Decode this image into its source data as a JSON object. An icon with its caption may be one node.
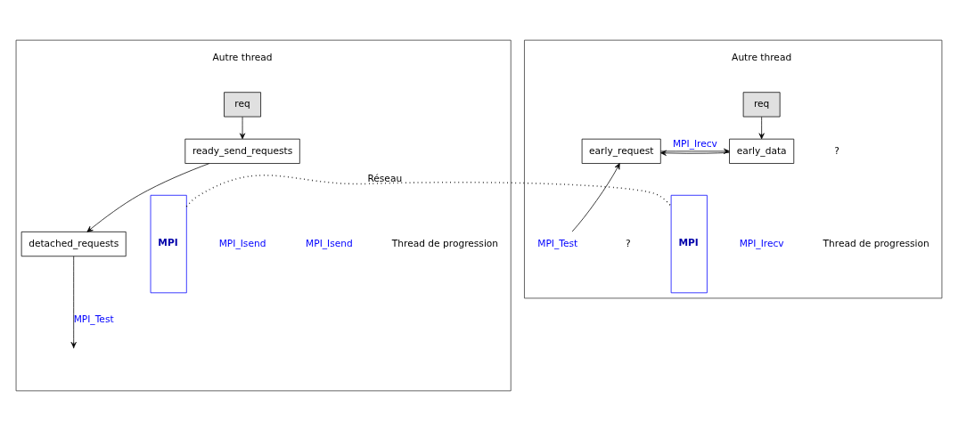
{
  "diagram": {
    "nodes": [
      {
        "text": [],
        "shape": "box"
      },
      {
        "text": [
          "req"
        ],
        "in": 0
      },
      {
        "text": [
          "ready_send_requests"
        ],
        "in": 0
      },
      {
        "text": [
          "detached_requests"
        ],
        "in": 0
      },
      {
        "text": [
          "MPI"
        ],
        "in": 0
      },
      {
        "text": [],
        "shape": "box"
      },
      {
        "text": [
          "req"
        ],
        "in": 5
      },
      {
        "text": [
          "early_request"
        ],
        "in": 5
      },
      {
        "text": [
          "early_data"
        ],
        "in": 5
      },
      {
        "text": [
          "MPI"
        ],
        "in": 5
      },
      {
        "text": [
          "MPI_Test"
        ],
        "in": 5
      }
    ],
    "edges": [
      {
        "from": 1,
        "to": 2,
        "arrow": "to"
      },
      {
        "from": 2,
        "to": 3,
        "arrow": "to"
      },
      {
        "from": 3,
        "to": null,
        "arrow": "to",
        "label": "MPI_Test"
      },
      {
        "from": 4,
        "to": 9,
        "arrow": "none",
        "style": "dashed",
        "label": "Réseau"
      },
      {
        "from": 6,
        "to": 8,
        "arrow": "to"
      },
      {
        "from": 8,
        "to": 7,
        "arrow": "to"
      },
      {
        "from": 7,
        "to": 8,
        "arrow": "to",
        "label": "MPI_Irecv"
      },
      {
        "from": 10,
        "to": 7,
        "arrow": "to"
      }
    ],
    "labels": [
      "Autre thread",
      "MPI_Isend",
      "MPI_Isend",
      "Thread de progression",
      "Autre thread",
      "?",
      "?",
      "MPI_Irecv",
      "Thread de progression"
    ]
  }
}
